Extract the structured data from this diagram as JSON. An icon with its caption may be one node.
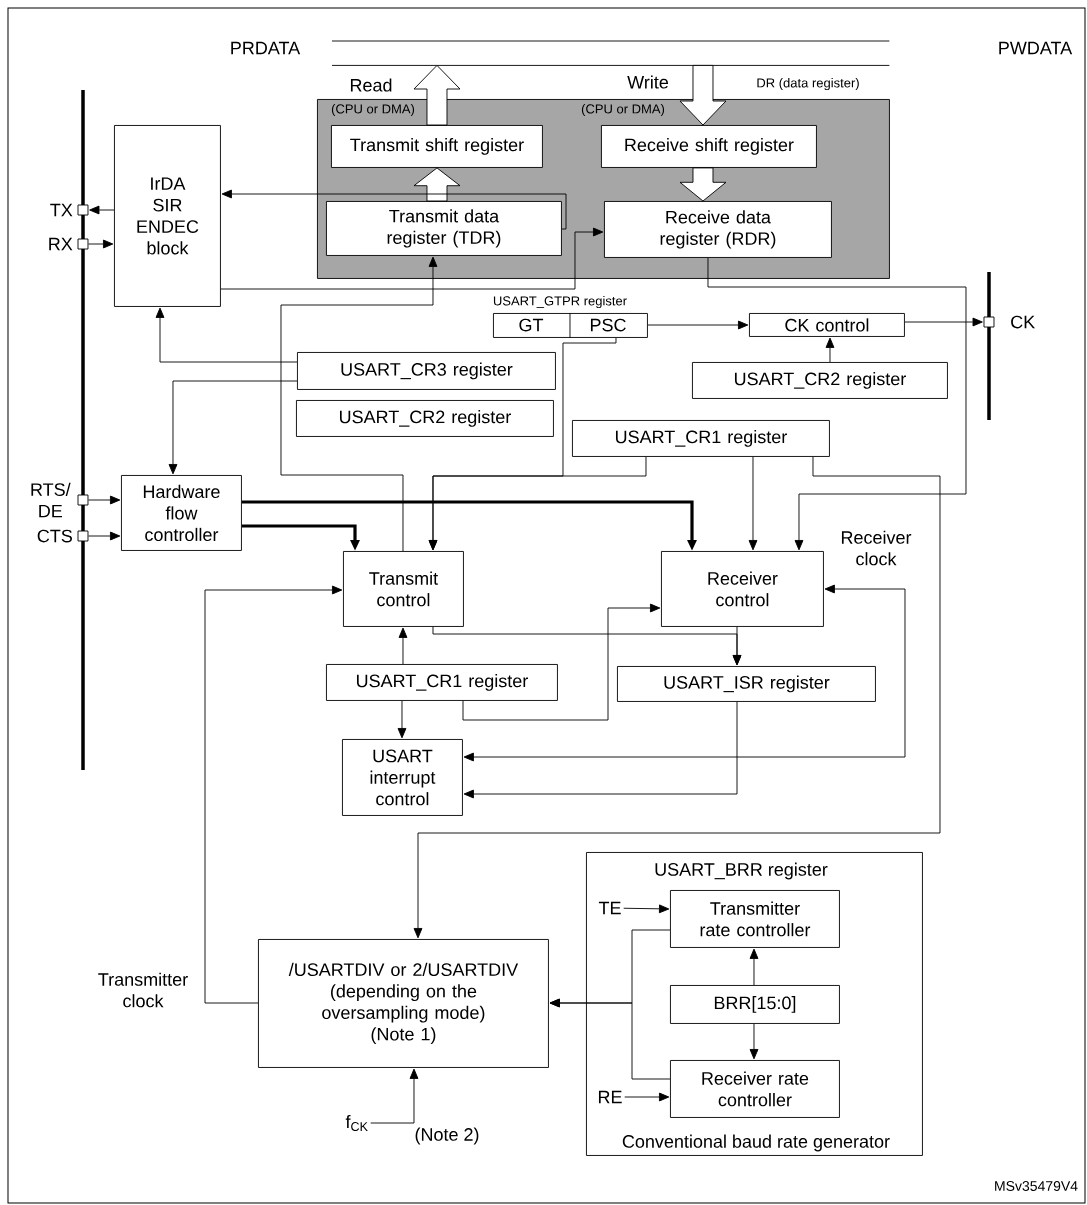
{
  "diagram": {
    "nodes": [
      {
        "text": [],
        "shape": "bar"
      },
      {
        "text": [
          "DR (data register)"
        ]
      },
      {
        "text": [
          "Transmit shift register"
        ],
        "in": 1
      },
      {
        "text": [
          "Receive shift register"
        ],
        "in": 1
      },
      {
        "text": [
          "Transmit data register (TDR)"
        ],
        "in": 1
      },
      {
        "text": [
          "Receive data register (RDR)"
        ],
        "in": 1
      },
      {
        "text": [
          "IrDA SIR ENDEC block"
        ]
      },
      {
        "text": [
          "TX"
        ]
      },
      {
        "text": [
          "RX"
        ]
      },
      {
        "text": [
          "USART_GTPR register",
          "GT",
          "PSC"
        ]
      },
      {
        "text": [
          "CK control"
        ]
      },
      {
        "text": [
          "CK"
        ]
      },
      {
        "text": [
          "USART_CR2 register"
        ]
      },
      {
        "text": [
          "USART_CR3 register"
        ]
      },
      {
        "text": [
          "USART_CR2 register"
        ]
      },
      {
        "text": [
          "USART_CR1 register"
        ]
      },
      {
        "text": [
          "Hardware flow controller"
        ]
      },
      {
        "text": [
          "RTS/ DE"
        ]
      },
      {
        "text": [
          "CTS"
        ]
      },
      {
        "text": [
          "Transmit control"
        ]
      },
      {
        "text": [
          "Receiver control"
        ]
      },
      {
        "text": [
          "USART_CR1 register"
        ]
      },
      {
        "text": [
          "USART_ISR register"
        ]
      },
      {
        "text": [
          "USART interrupt control"
        ]
      },
      {
        "text": [
          "/USARTDIV or 2/USARTDIV (depending on the oversampling mode)",
          "(Note 1)"
        ]
      },
      {
        "text": [
          "USART_BRR register",
          "Conventional baud rate generator"
        ]
      },
      {
        "text": [
          "Transmitter rate controller"
        ],
        "in": 25
      },
      {
        "text": [
          "BRR[15:0]"
        ],
        "in": 25
      },
      {
        "text": [
          "Receiver rate controller"
        ],
        "in": 25
      },
      {
        "text": [
          "TE"
        ],
        "in": 25
      },
      {
        "text": [
          "RE"
        ],
        "in": 25
      },
      {
        "text": [
          "f$_{CK}$"
        ]
      }
    ],
    "edges": [
      {
        "from": 2,
        "to": 0,
        "arrow": "to",
        "style": "thick",
        "label": "Read"
      },
      {
        "from": 0,
        "to": 3,
        "arrow": "to",
        "style": "thick",
        "label": "Write"
      },
      {
        "from": 4,
        "to": 2,
        "arrow": "to",
        "style": "thick"
      },
      {
        "from": 3,
        "to": 5,
        "arrow": "to",
        "style": "thick"
      },
      {
        "from": 4,
        "to": 6,
        "arrow": "to"
      },
      {
        "from": 6,
        "to": 5,
        "arrow": "to"
      },
      {
        "from": 6,
        "to": 7,
        "arrow": "to"
      },
      {
        "from": 8,
        "to": 6,
        "arrow": "to"
      },
      {
        "from": 5,
        "to": 20,
        "arrow": "to"
      },
      {
        "from": 19,
        "to": 4,
        "arrow": "to"
      },
      {
        "from": 13,
        "to": 6,
        "arrow": "to"
      },
      {
        "from": 13,
        "to": 16,
        "arrow": "to"
      },
      {
        "from": 9,
        "to": 10,
        "arrow": "to"
      },
      {
        "from": 10,
        "to": 11,
        "arrow": "to"
      },
      {
        "from": 12,
        "to": 10,
        "arrow": "to"
      },
      {
        "from": 9,
        "to": 19,
        "arrow": "to"
      },
      {
        "from": 15,
        "to": 19,
        "arrow": "to"
      },
      {
        "from": 15,
        "to": 20,
        "arrow": "to"
      },
      {
        "from": 15,
        "to": 24,
        "arrow": "to"
      },
      {
        "from": 16,
        "to": 19,
        "arrow": "to",
        "style": "thick"
      },
      {
        "from": 16,
        "to": 20,
        "arrow": "to",
        "style": "thick"
      },
      {
        "from": 17,
        "to": 16,
        "arrow": "to"
      },
      {
        "from": 18,
        "to": 16,
        "arrow": "to"
      },
      {
        "from": 19,
        "to": 22,
        "arrow": "to"
      },
      {
        "from": 20,
        "to": 22,
        "arrow": "to"
      },
      {
        "from": 21,
        "to": 19,
        "arrow": "to"
      },
      {
        "from": 21,
        "to": 23,
        "arrow": "to"
      },
      {
        "from": 21,
        "to": 20,
        "arrow": "to"
      },
      {
        "from": 22,
        "to": 23,
        "arrow": "to"
      },
      {
        "from": 23,
        "to": 20,
        "arrow": "both",
        "label": "Receiver clock"
      },
      {
        "from": 24,
        "to": 19,
        "arrow": "to",
        "label": "Transmitter clock"
      },
      {
        "from": 26,
        "to": 24,
        "arrow": "to"
      },
      {
        "from": 28,
        "to": 24,
        "arrow": "to"
      },
      {
        "from": 27,
        "to": 26,
        "arrow": "to"
      },
      {
        "from": 27,
        "to": 28,
        "arrow": "to"
      },
      {
        "from": 29,
        "to": 26,
        "arrow": "to"
      },
      {
        "from": 30,
        "to": 28,
        "arrow": "to"
      },
      {
        "from": 31,
        "to": 24,
        "arrow": "to",
        "label": "(Note 2)"
      }
    ],
    "labels": [
      "PRDATA",
      "PWDATA",
      "(CPU or DMA)",
      "(CPU or DMA)",
      "MSv35479V4"
    ]
  }
}
